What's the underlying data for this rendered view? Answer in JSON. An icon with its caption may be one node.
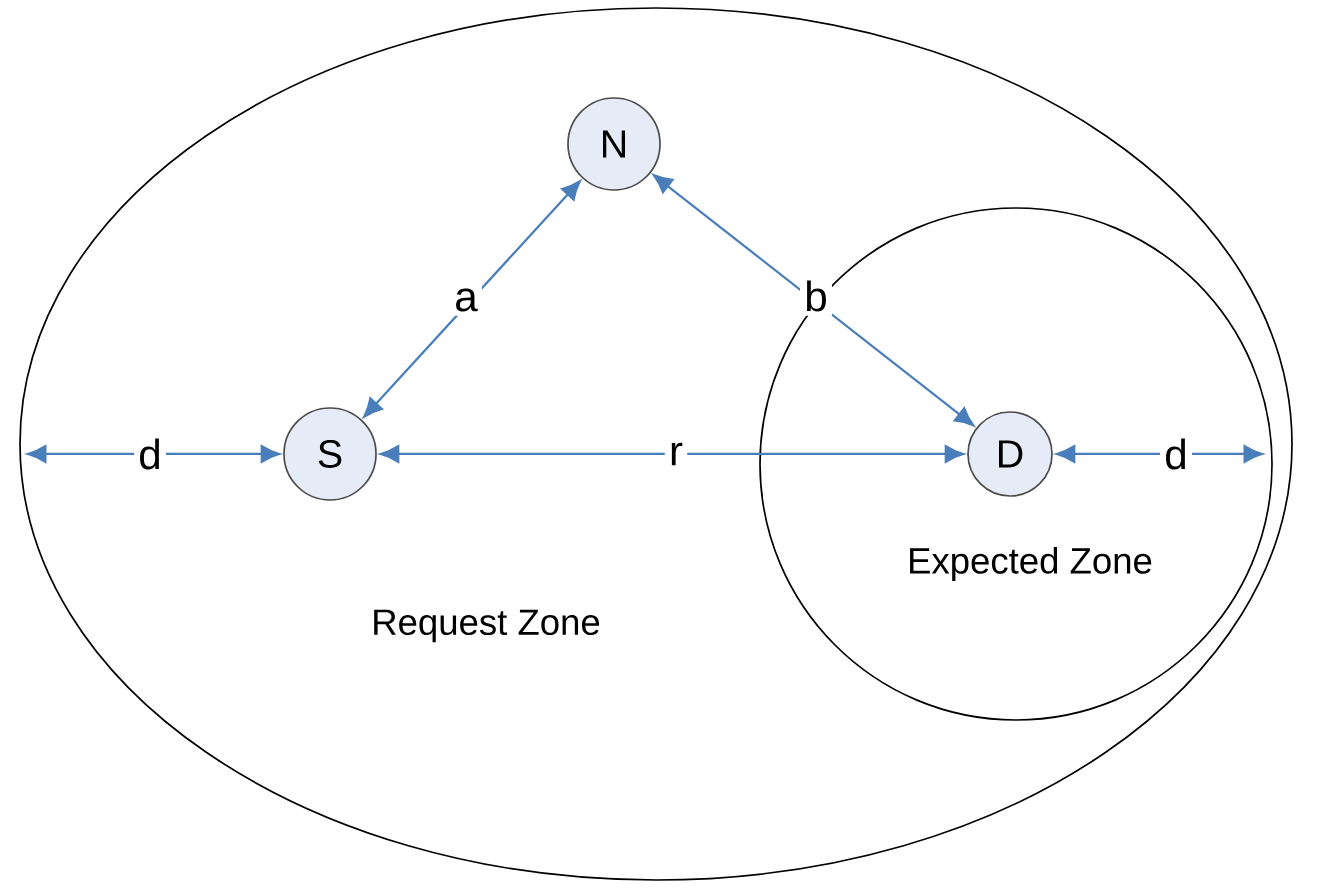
{
  "diagram": {
    "nodes": [
      {
        "text": [
          "Request Zone"
        ]
      },
      {
        "text": [
          "Expected Zone"
        ],
        "in": 0
      },
      {
        "text": [
          "N"
        ],
        "in": 0
      },
      {
        "text": [
          "S"
        ],
        "in": 0
      },
      {
        "text": [
          "D"
        ],
        "in": 1
      }
    ],
    "edges": [
      {
        "from": 3,
        "to": 2,
        "arrow": "both",
        "label": "a"
      },
      {
        "from": 2,
        "to": 4,
        "arrow": "both",
        "label": "b"
      },
      {
        "from": 3,
        "to": 4,
        "arrow": "both",
        "label": "r"
      },
      {
        "from": null,
        "to": 3,
        "arrow": "both",
        "label": "d"
      },
      {
        "from": 4,
        "to": null,
        "arrow": "both",
        "label": "d"
      }
    ]
  }
}
